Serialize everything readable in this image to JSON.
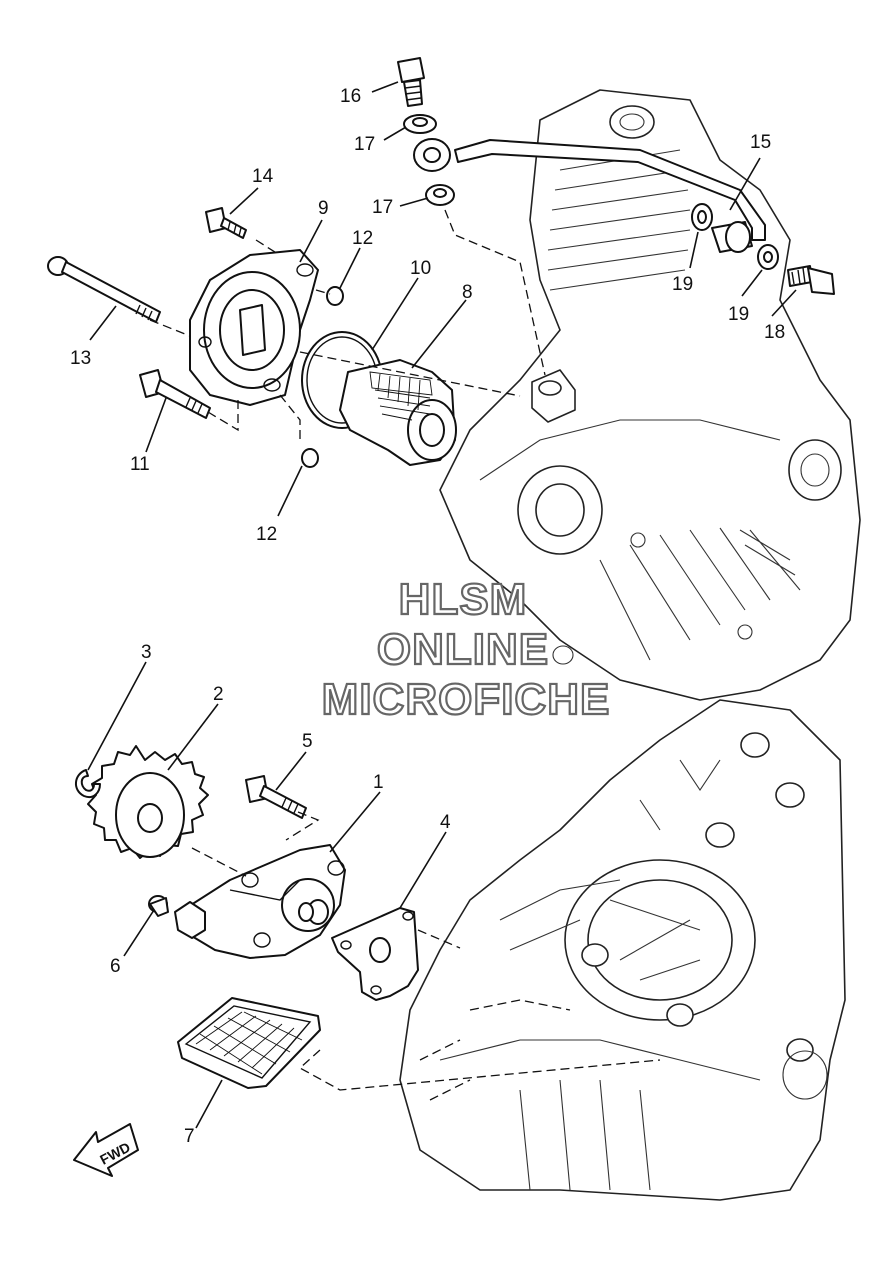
{
  "callouts": {
    "c1": "1",
    "c2": "2",
    "c3": "3",
    "c4": "4",
    "c5": "5",
    "c6": "6",
    "c7": "7",
    "c8": "8",
    "c9": "9",
    "c10": "10",
    "c11": "11",
    "c12a": "12",
    "c12b": "12",
    "c13": "13",
    "c14": "14",
    "c15": "15",
    "c16": "16",
    "c17a": "17",
    "c17b": "17",
    "c18": "18",
    "c19a": "19",
    "c19b": "19"
  },
  "watermark": {
    "line1": "HLSM",
    "line2": "ONLINE",
    "line3": "MICROFICHE"
  },
  "fwd_label": "FWD",
  "colors": {
    "ink": "#111111",
    "background": "#ffffff",
    "watermark_outline": "#666666"
  }
}
